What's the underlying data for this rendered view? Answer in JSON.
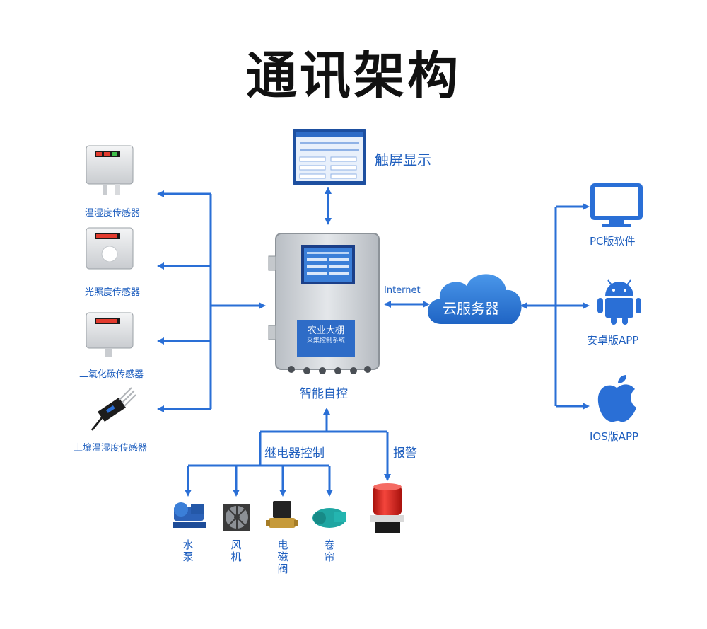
{
  "title": "通讯架构",
  "sensors": [
    {
      "label": "温湿度传感器"
    },
    {
      "label": "光照度传感器"
    },
    {
      "label": "二氧化碳传感器"
    },
    {
      "label": "土壤温湿度传感器"
    }
  ],
  "touchscreen": {
    "label": "触屏显示"
  },
  "controller": {
    "label": "智能自控",
    "panel_title": "农业大棚",
    "panel_subtitle": "采集控制系统"
  },
  "link": {
    "label": "Internet"
  },
  "cloud": {
    "label": "云服务器"
  },
  "clients": [
    {
      "label": "PC版软件",
      "icon": "monitor-icon"
    },
    {
      "label": "安卓版APP",
      "icon": "android-icon"
    },
    {
      "label": "IOS版APP",
      "icon": "apple-icon"
    }
  ],
  "relay": {
    "label": "继电器控制"
  },
  "alarm": {
    "label": "报警"
  },
  "actuators": [
    {
      "label": "水泵",
      "icon": "water-pump-icon"
    },
    {
      "label": "风机",
      "icon": "fan-icon"
    },
    {
      "label": "电磁阀",
      "icon": "solenoid-valve-icon"
    },
    {
      "label": "卷帘",
      "icon": "curtain-motor-icon"
    }
  ],
  "colors": {
    "accent": "#2a6fd6",
    "cloud": "#2f7fd9",
    "alarm": "#e3261f",
    "text": "#1f5fbf"
  }
}
